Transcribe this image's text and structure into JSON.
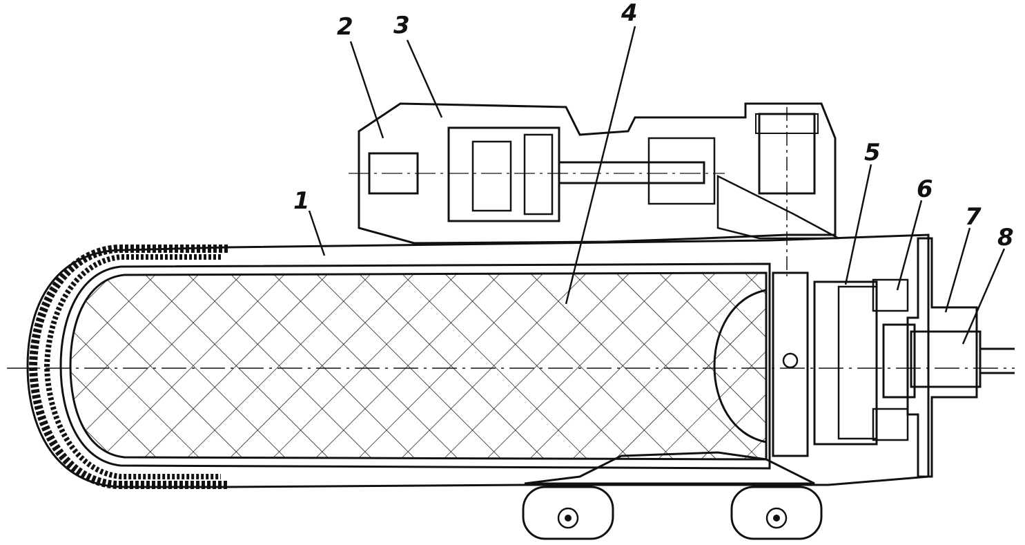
{
  "colors": {
    "ink": "#111111",
    "paper": "#ffffff"
  },
  "callouts": [
    {
      "id": "1",
      "text": "1"
    },
    {
      "id": "2",
      "text": "2"
    },
    {
      "id": "3",
      "text": "3"
    },
    {
      "id": "4",
      "text": "4"
    },
    {
      "id": "5",
      "text": "5"
    },
    {
      "id": "6",
      "text": "6"
    },
    {
      "id": "7",
      "text": "7"
    },
    {
      "id": "8",
      "text": "8"
    }
  ]
}
